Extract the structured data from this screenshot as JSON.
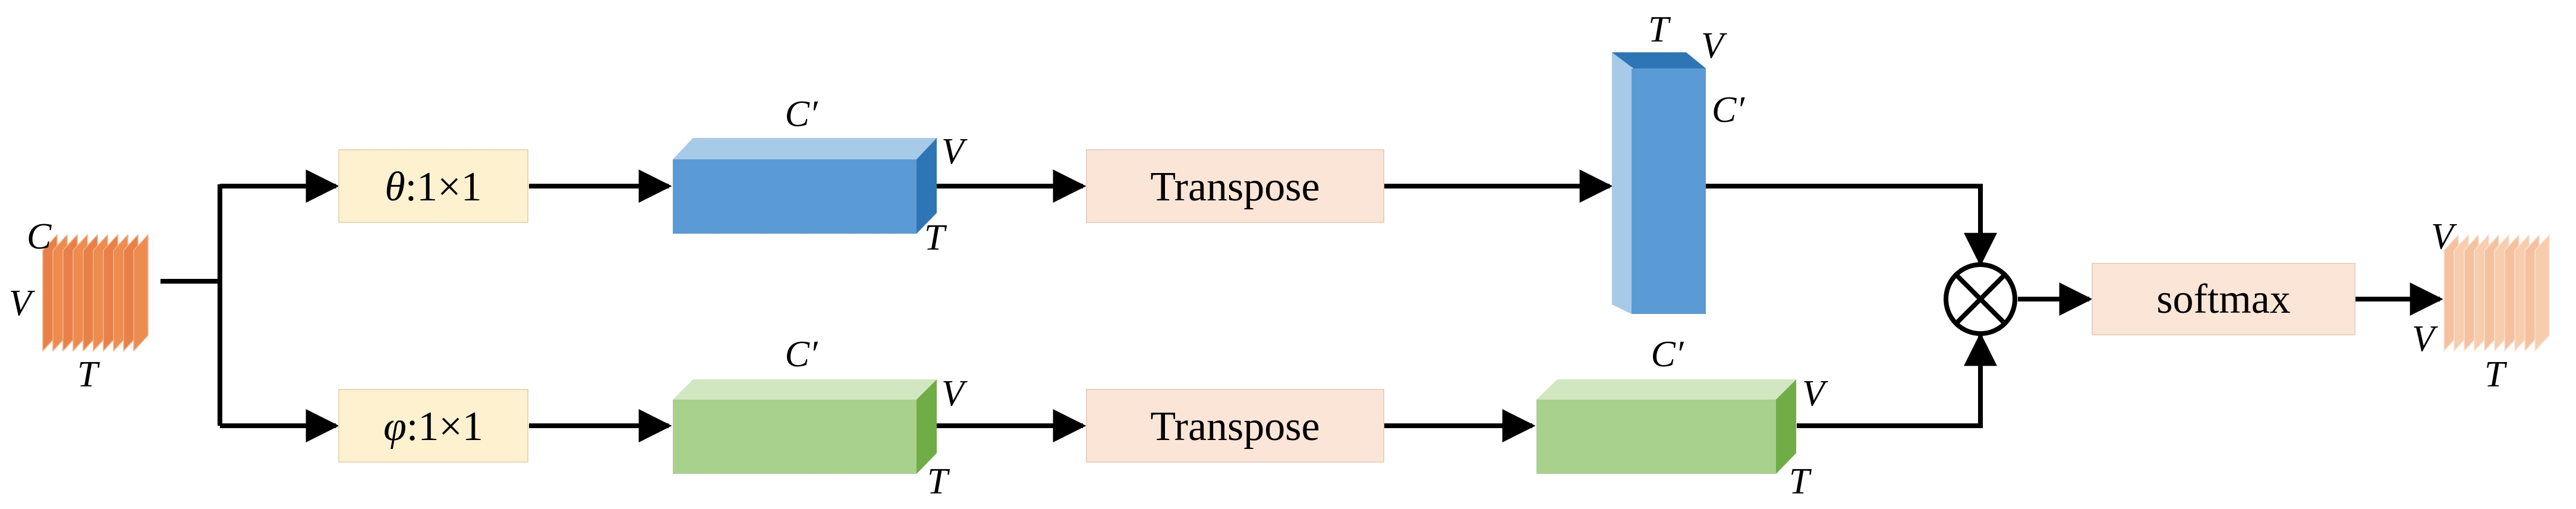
{
  "input_tensor": {
    "labels": {
      "c": "C",
      "v": "V",
      "t": "T"
    },
    "color": "#F0874A"
  },
  "theta_conv": {
    "symbol": "θ",
    "label": ":1×1",
    "color": "#FDF1CF"
  },
  "phi_conv": {
    "symbol": "φ",
    "label": ":1×1",
    "color": "#FDF1CF"
  },
  "top_tensor": {
    "labels": {
      "c": "C′",
      "v": "V",
      "t": "T"
    },
    "color": "#5B9BD5"
  },
  "bottom_tensor": {
    "labels": {
      "c": "C′",
      "v": "V",
      "t": "T"
    },
    "color": "#A9D18E"
  },
  "transpose_top": {
    "label": "Transpose",
    "color": "#FBE5D6"
  },
  "transpose_bottom": {
    "label": "Transpose",
    "color": "#FBE5D6"
  },
  "top_transposed_tensor": {
    "labels": {
      "t": "T",
      "v": "V",
      "c": "C′"
    },
    "color": "#5B9BD5"
  },
  "bottom_transposed_tensor": {
    "labels": {
      "c": "C′",
      "v": "V",
      "t": "T"
    },
    "color": "#A9D18E"
  },
  "multiply": {
    "symbol": "⊗"
  },
  "softmax": {
    "label": "softmax",
    "color": "#FBE5D6"
  },
  "output_tensor": {
    "labels": {
      "v1": "V",
      "v2": "V",
      "t": "T"
    },
    "color": "#F8CBAD"
  }
}
